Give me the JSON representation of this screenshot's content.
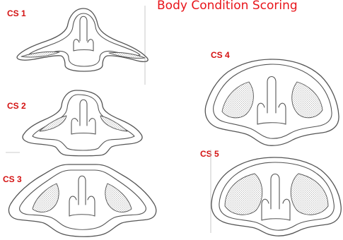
{
  "title": "Body Condition Scoring",
  "labels": {
    "cs1": "CS 1",
    "cs2": "CS 2",
    "cs3": "CS 3",
    "cs4": "CS 4",
    "cs5": "CS 5"
  },
  "colors": {
    "title": "#e8141a",
    "label": "#d41212",
    "outline": "#555555"
  }
}
